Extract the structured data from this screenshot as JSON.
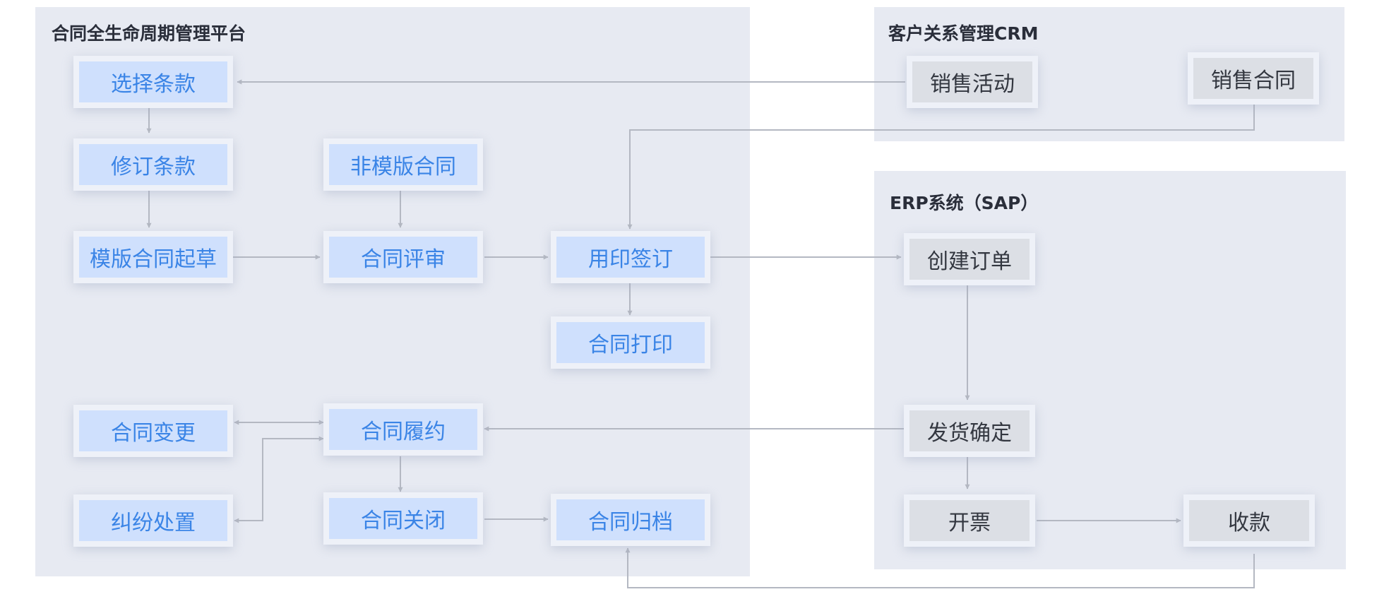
{
  "panels": {
    "contract_platform": "合同全生命周期管理平台",
    "crm": "客户关系管理CRM",
    "erp": "ERP系统（SAP）"
  },
  "nodes": {
    "select_clause": "选择条款",
    "revise_clause": "修订条款",
    "template_draft": "模版合同起草",
    "non_template_contract": "非模版合同",
    "contract_review": "合同评审",
    "seal_signing": "用印签订",
    "contract_print": "合同打印",
    "contract_change": "合同变更",
    "dispute_handling": "纠纷处置",
    "contract_fulfillment": "合同履约",
    "contract_close": "合同关闭",
    "contract_archive": "合同归档",
    "sales_activity": "销售活动",
    "sales_contract": "销售合同",
    "create_order": "创建订单",
    "delivery_confirm": "发货确定",
    "invoicing": "开票",
    "payment_collection": "收款"
  },
  "edges": [
    {
      "from": "sales_activity",
      "to": "select_clause"
    },
    {
      "from": "select_clause",
      "to": "revise_clause"
    },
    {
      "from": "revise_clause",
      "to": "template_draft"
    },
    {
      "from": "non_template_contract",
      "to": "contract_review"
    },
    {
      "from": "template_draft",
      "to": "contract_review"
    },
    {
      "from": "contract_review",
      "to": "seal_signing"
    },
    {
      "from": "sales_contract",
      "to": "seal_signing"
    },
    {
      "from": "seal_signing",
      "to": "create_order"
    },
    {
      "from": "seal_signing",
      "to": "contract_print"
    },
    {
      "from": "create_order",
      "to": "delivery_confirm"
    },
    {
      "from": "delivery_confirm",
      "to": "contract_fulfillment"
    },
    {
      "from": "contract_fulfillment",
      "to": "contract_change",
      "bidirectional": true
    },
    {
      "from": "contract_fulfillment",
      "to": "dispute_handling",
      "bidirectional": true
    },
    {
      "from": "contract_fulfillment",
      "to": "contract_close"
    },
    {
      "from": "contract_close",
      "to": "contract_archive"
    },
    {
      "from": "delivery_confirm",
      "to": "invoicing"
    },
    {
      "from": "invoicing",
      "to": "payment_collection"
    },
    {
      "from": "payment_collection",
      "to": "contract_archive"
    }
  ],
  "colors": {
    "panel_bg": "#e7eaf2",
    "platform_node_bg": "#cfe0fd",
    "platform_node_text": "#3a84e6",
    "external_node_bg": "#dcdfe5",
    "external_node_text": "#333740",
    "edge": "#b4b8c2"
  }
}
